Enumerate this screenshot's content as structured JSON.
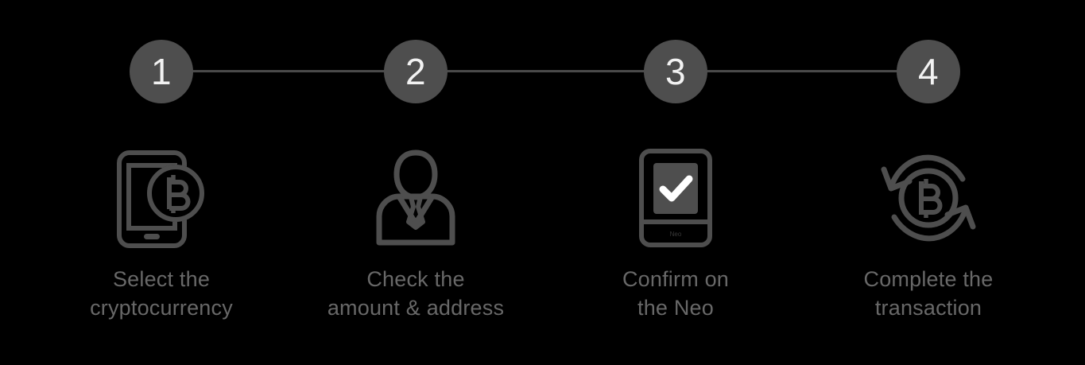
{
  "background_color": "#000000",
  "accent_color": "#4e4e4e",
  "line_color": "#4a4a4a",
  "number_color": "#f2f2f2",
  "caption_color": "#686868",
  "icon_color": "#4e4e4e",
  "stepper": {
    "connector_name": "progress-connector-line",
    "steps": [
      {
        "number": "1",
        "icon": "phone-bitcoin-icon",
        "caption": "Select the\ncryptocurrency"
      },
      {
        "number": "2",
        "icon": "person-user-icon",
        "caption": "Check the\namount & address"
      },
      {
        "number": "3",
        "icon": "hardware-wallet-checkmark-icon",
        "caption": "Confirm on\nthe Neo"
      },
      {
        "number": "4",
        "icon": "bitcoin-exchange-arrows-icon",
        "caption": "Complete the\ntransaction"
      }
    ]
  }
}
